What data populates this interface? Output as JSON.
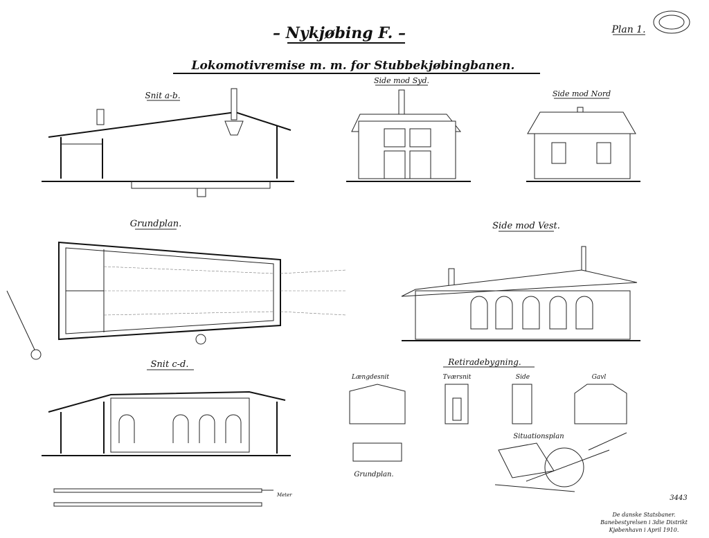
{
  "sheet": {
    "title": "– Nykjøbing F. –",
    "plan_number": "Plan 1.",
    "subtitle": "Lokomotivremise m. m. for Stubbekjøbingbanen.",
    "drawing_number": "3443"
  },
  "views": {
    "snit_ab": "Snit a-b.",
    "side_syd": "Side mod Syd.",
    "side_nord": "Side mod Nord",
    "grundplan": "Grundplan.",
    "side_vest": "Side mod Vest.",
    "snit_cd": "Snit c-d.",
    "retirade": "Retiradebygning.",
    "laengdesnit": "Længdesnit",
    "tvaersnit": "Tværsnit",
    "side": "Side",
    "gavl": "Gavl",
    "retirade_grundplan": "Grundplan.",
    "situationsplan": "Situationsplan"
  },
  "scale": {
    "label": "Meter"
  },
  "footer": {
    "line1": "De danske Statsbaner.",
    "line2": "Banebestyrelsen i 3die Distrikt",
    "line3": "Kjøbenhavn i April 1910."
  }
}
